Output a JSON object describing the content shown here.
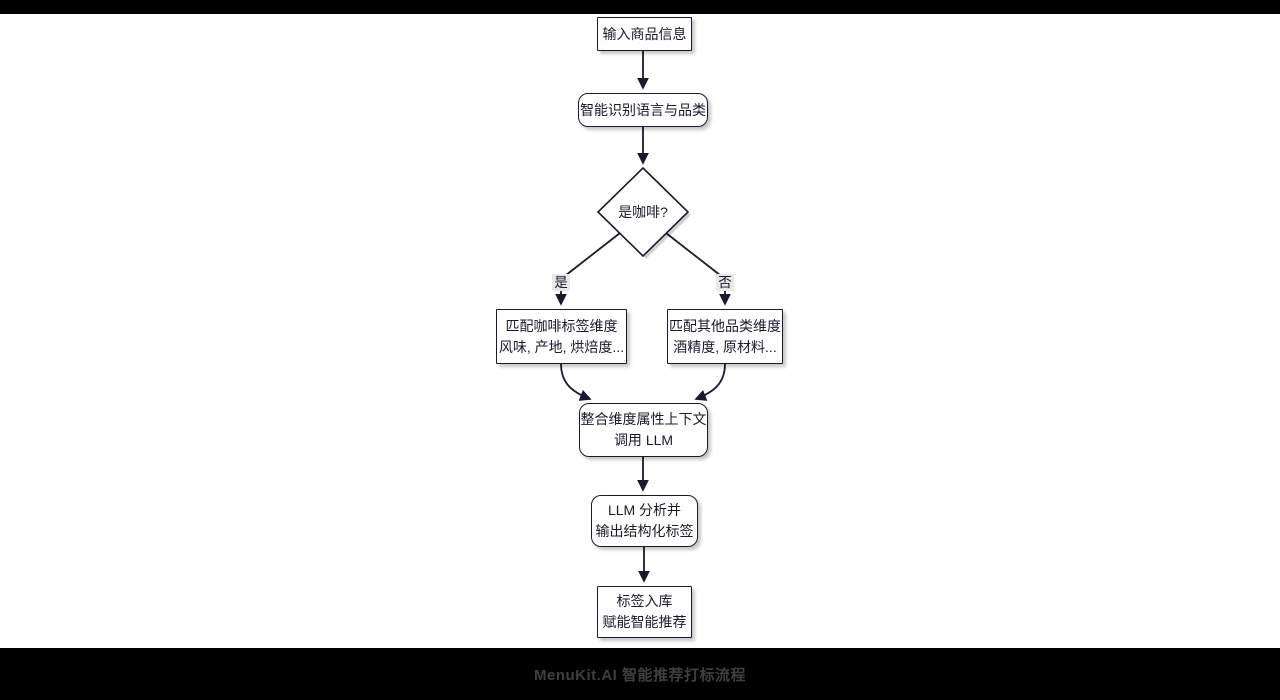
{
  "caption": "MenuKit.AI 智能推荐打标流程",
  "colors": {
    "ink": "#1a1a2e",
    "node_fill": "#ffffff",
    "edge_label_bg": "#e8e8e8",
    "bar_bg": "#000000",
    "caption_text": "#3f3f3f"
  },
  "flowchart": {
    "nodes": {
      "input": {
        "shape": "rect",
        "lines": [
          "输入商品信息"
        ]
      },
      "detect": {
        "shape": "rounded",
        "lines": [
          "智能识别语言与品类"
        ]
      },
      "decision": {
        "shape": "diamond",
        "label": "是咖啡?"
      },
      "coffee": {
        "shape": "rect",
        "lines": [
          "匹配咖啡标签维度",
          "风味, 产地, 烘焙度..."
        ]
      },
      "other": {
        "shape": "rect",
        "lines": [
          "匹配其他品类维度",
          "酒精度, 原材料..."
        ]
      },
      "merge": {
        "shape": "rounded",
        "lines": [
          "整合维度属性上下文",
          "调用 LLM"
        ]
      },
      "llm": {
        "shape": "rounded",
        "lines": [
          "LLM 分析并",
          "输出结构化标签"
        ]
      },
      "store": {
        "shape": "rect",
        "lines": [
          "标签入库",
          "赋能智能推荐"
        ]
      }
    },
    "edge_labels": {
      "yes": "是",
      "no": "否"
    }
  }
}
